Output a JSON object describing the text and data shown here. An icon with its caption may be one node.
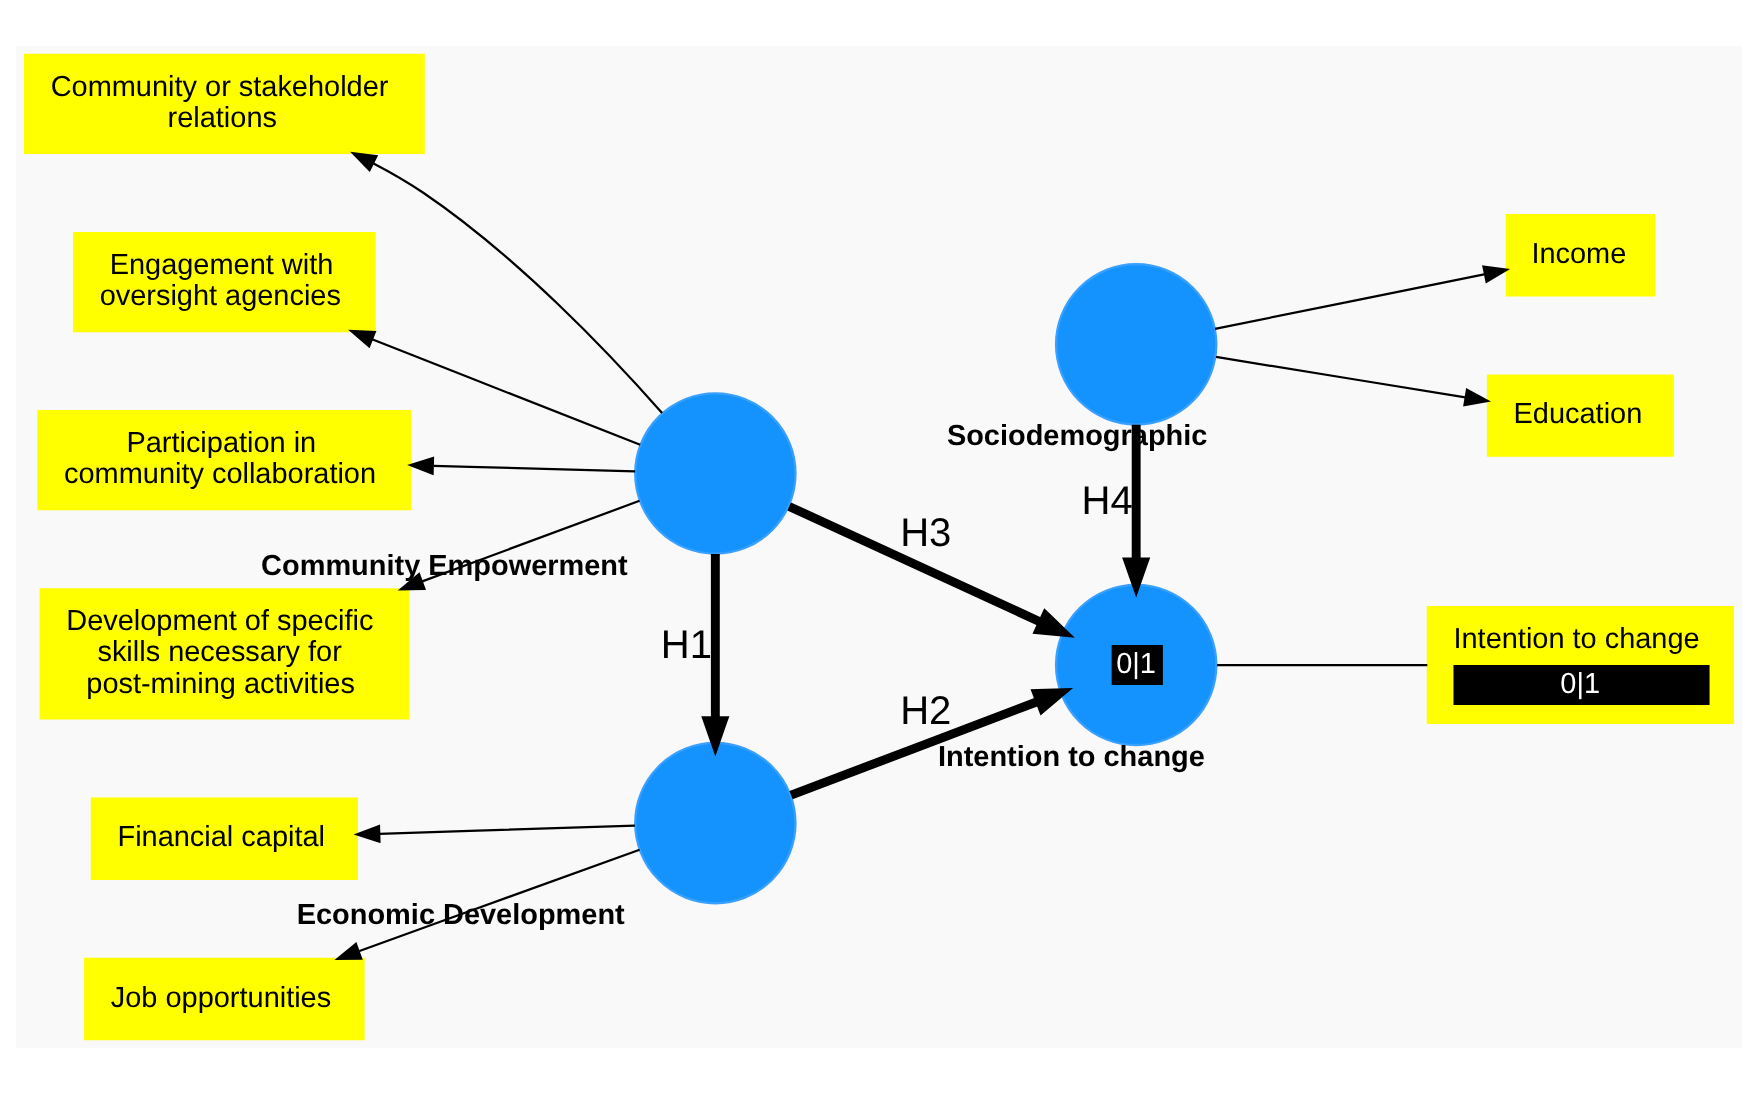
{
  "diagram": {
    "nodes": [
      {
        "text": [
          "Economic Development"
        ]
      },
      {
        "text": [
          "Financial capital"
        ]
      },
      {
        "text": [
          "Job opportunities"
        ]
      },
      {
        "text": [
          "Community Empowerment"
        ]
      },
      {
        "text": [
          "Community or stakeholder relations"
        ]
      },
      {
        "text": [
          "Engagement with oversight agencies"
        ]
      },
      {
        "text": [
          "Participation in community collaboration"
        ]
      },
      {
        "text": [
          "Development of specific skills necessary for post-mining activities"
        ]
      },
      {
        "text": [
          "0|1",
          "Intention to change"
        ]
      },
      {
        "text": [
          "Intention to change",
          "0|1"
        ]
      },
      {
        "text": [
          "Sociodemographic"
        ]
      },
      {
        "text": [
          "Education"
        ]
      },
      {
        "text": [
          "Income"
        ]
      }
    ],
    "edges": [
      {
        "from": 0,
        "to": 1,
        "arrow": "to"
      },
      {
        "from": 0,
        "to": 2,
        "arrow": "to"
      },
      {
        "from": 3,
        "to": 0,
        "arrow": "to",
        "label": "H1",
        "style": "thick"
      },
      {
        "from": 0,
        "to": 8,
        "arrow": "to",
        "label": "H2",
        "style": "thick"
      },
      {
        "from": 3,
        "to": 8,
        "arrow": "to",
        "label": "H3",
        "style": "thick"
      },
      {
        "from": 3,
        "to": 4,
        "arrow": "to"
      },
      {
        "from": 3,
        "to": 5,
        "arrow": "to"
      },
      {
        "from": 3,
        "to": 6,
        "arrow": "to"
      },
      {
        "from": 3,
        "to": 7,
        "arrow": "to"
      },
      {
        "from": 8,
        "to": 9,
        "arrow": "none"
      },
      {
        "from": 10,
        "to": 8,
        "arrow": "to",
        "label": "H4",
        "style": "thick"
      },
      {
        "from": 10,
        "to": 11,
        "arrow": "to"
      },
      {
        "from": 10,
        "to": 12,
        "arrow": "to"
      }
    ]
  }
}
